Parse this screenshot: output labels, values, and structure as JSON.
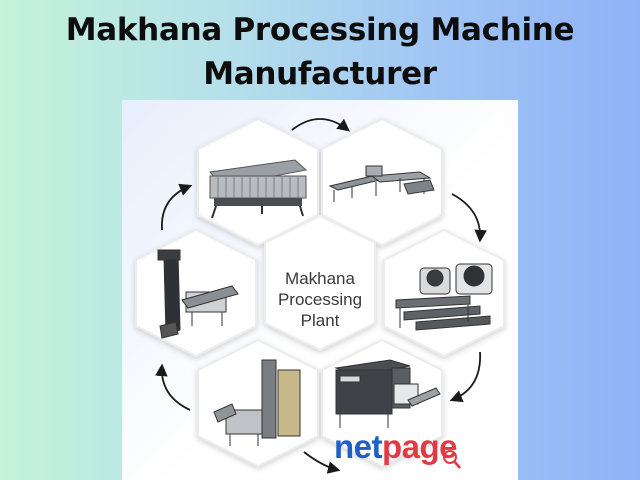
{
  "title_line1": "Makhana Processing Machine",
  "title_line2": "Manufacturer",
  "center_label": [
    "Makhana",
    "Processing",
    "Plant"
  ],
  "logo": {
    "net": "net",
    "page": "page"
  },
  "colors": {
    "logo_net": "#1f5fc7",
    "logo_page": "#e23a45",
    "hex_border": "#ececec",
    "arrow": "#1a1a1a"
  },
  "machines": [
    "roasting-machine",
    "conveyor-line",
    "popping-machine-pair",
    "grading-machine-cabinet",
    "bucket-elevator-with-sorter",
    "elevator-with-feeder"
  ]
}
